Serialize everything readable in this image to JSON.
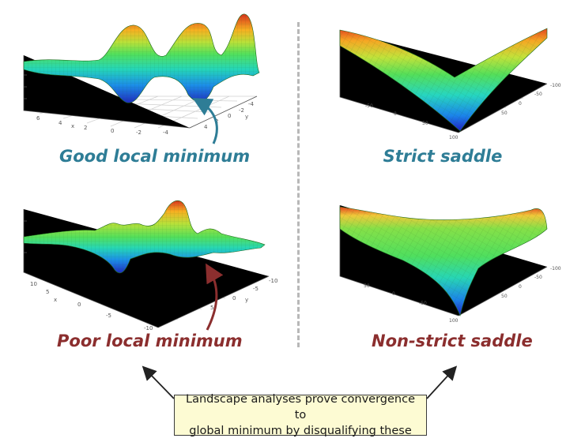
{
  "panels": {
    "good": {
      "caption": "Good local minimum",
      "ticks": [
        "6",
        "4",
        "x",
        "2",
        "0",
        "-2",
        "-4",
        "-4",
        "-2",
        "0",
        "2",
        "4",
        "y"
      ]
    },
    "strict": {
      "caption": "Strict saddle",
      "ticks": [
        "-50",
        "0",
        "50",
        "-100",
        "-50",
        "0",
        "50",
        "100"
      ]
    },
    "poor": {
      "caption": "Poor local minimum",
      "ticks": [
        "10",
        "5",
        "x",
        "0",
        "-5",
        "-10",
        "-10",
        "-5",
        "0",
        "5",
        "y"
      ]
    },
    "nonstrict": {
      "caption": "Non-strict saddle",
      "ticks": [
        "50",
        "0",
        "-50",
        "-100",
        "-50",
        "0",
        "50",
        "100"
      ]
    }
  },
  "note": {
    "line1": "Landscape analyses prove convergence to",
    "line2": "global minimum by disqualifying these"
  },
  "colors": {
    "teal": "#2e7d96",
    "maroon": "#8b2e2e",
    "surface": "#55e05a"
  }
}
